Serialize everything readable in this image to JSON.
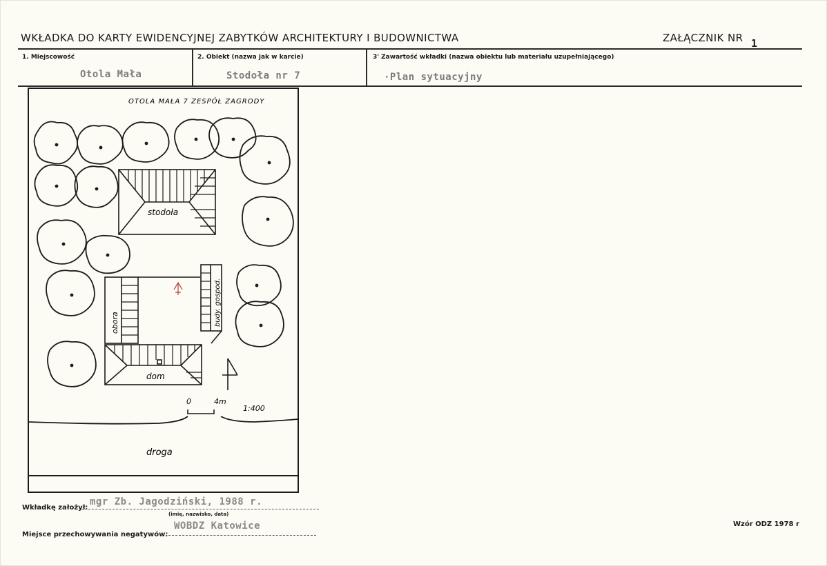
{
  "header": {
    "title": "WKŁADKA DO KARTY EWIDENCYJNEJ ZABYTKÓW ARCHITEKTURY I BUDOWNICTWA",
    "attachment_label": "ZAŁĄCZNIK NR",
    "attachment_number": "1"
  },
  "fields": {
    "locality_label": "1. Miejscowość",
    "locality_value": "Otola Mała",
    "object_label": "2. Obiekt (nazwa jak w karcie)",
    "object_value": "Stodoła nr 7",
    "content_label": "3' Zawartość wkładki (nazwa obiektu lub materiału uzupełniającego)",
    "content_value": "·Plan sytuacyjny"
  },
  "plan": {
    "title": "OTOLA MAŁA 7 ZESPÓŁ ZAGRODY",
    "barn_label": "stodoła",
    "cowshed_label": "obora",
    "outbuilding_label": "budy. gospod.",
    "house_label": "dom",
    "road_label": "droga",
    "scale_zero": "0",
    "scale_four": "4m",
    "scale_ratio": "1:400"
  },
  "footer": {
    "prepared_label": "Wkładkę założył:",
    "prepared_value": "mgr Zb. Jagodziński, 1988 r.",
    "prepared_caption": "(imię, nazwisko, data)",
    "storage_label": "Miejsce przechowywania negatywów:",
    "storage_value": "WOBDZ Katowice",
    "form_code": "Wzór ODZ 1978 r"
  }
}
